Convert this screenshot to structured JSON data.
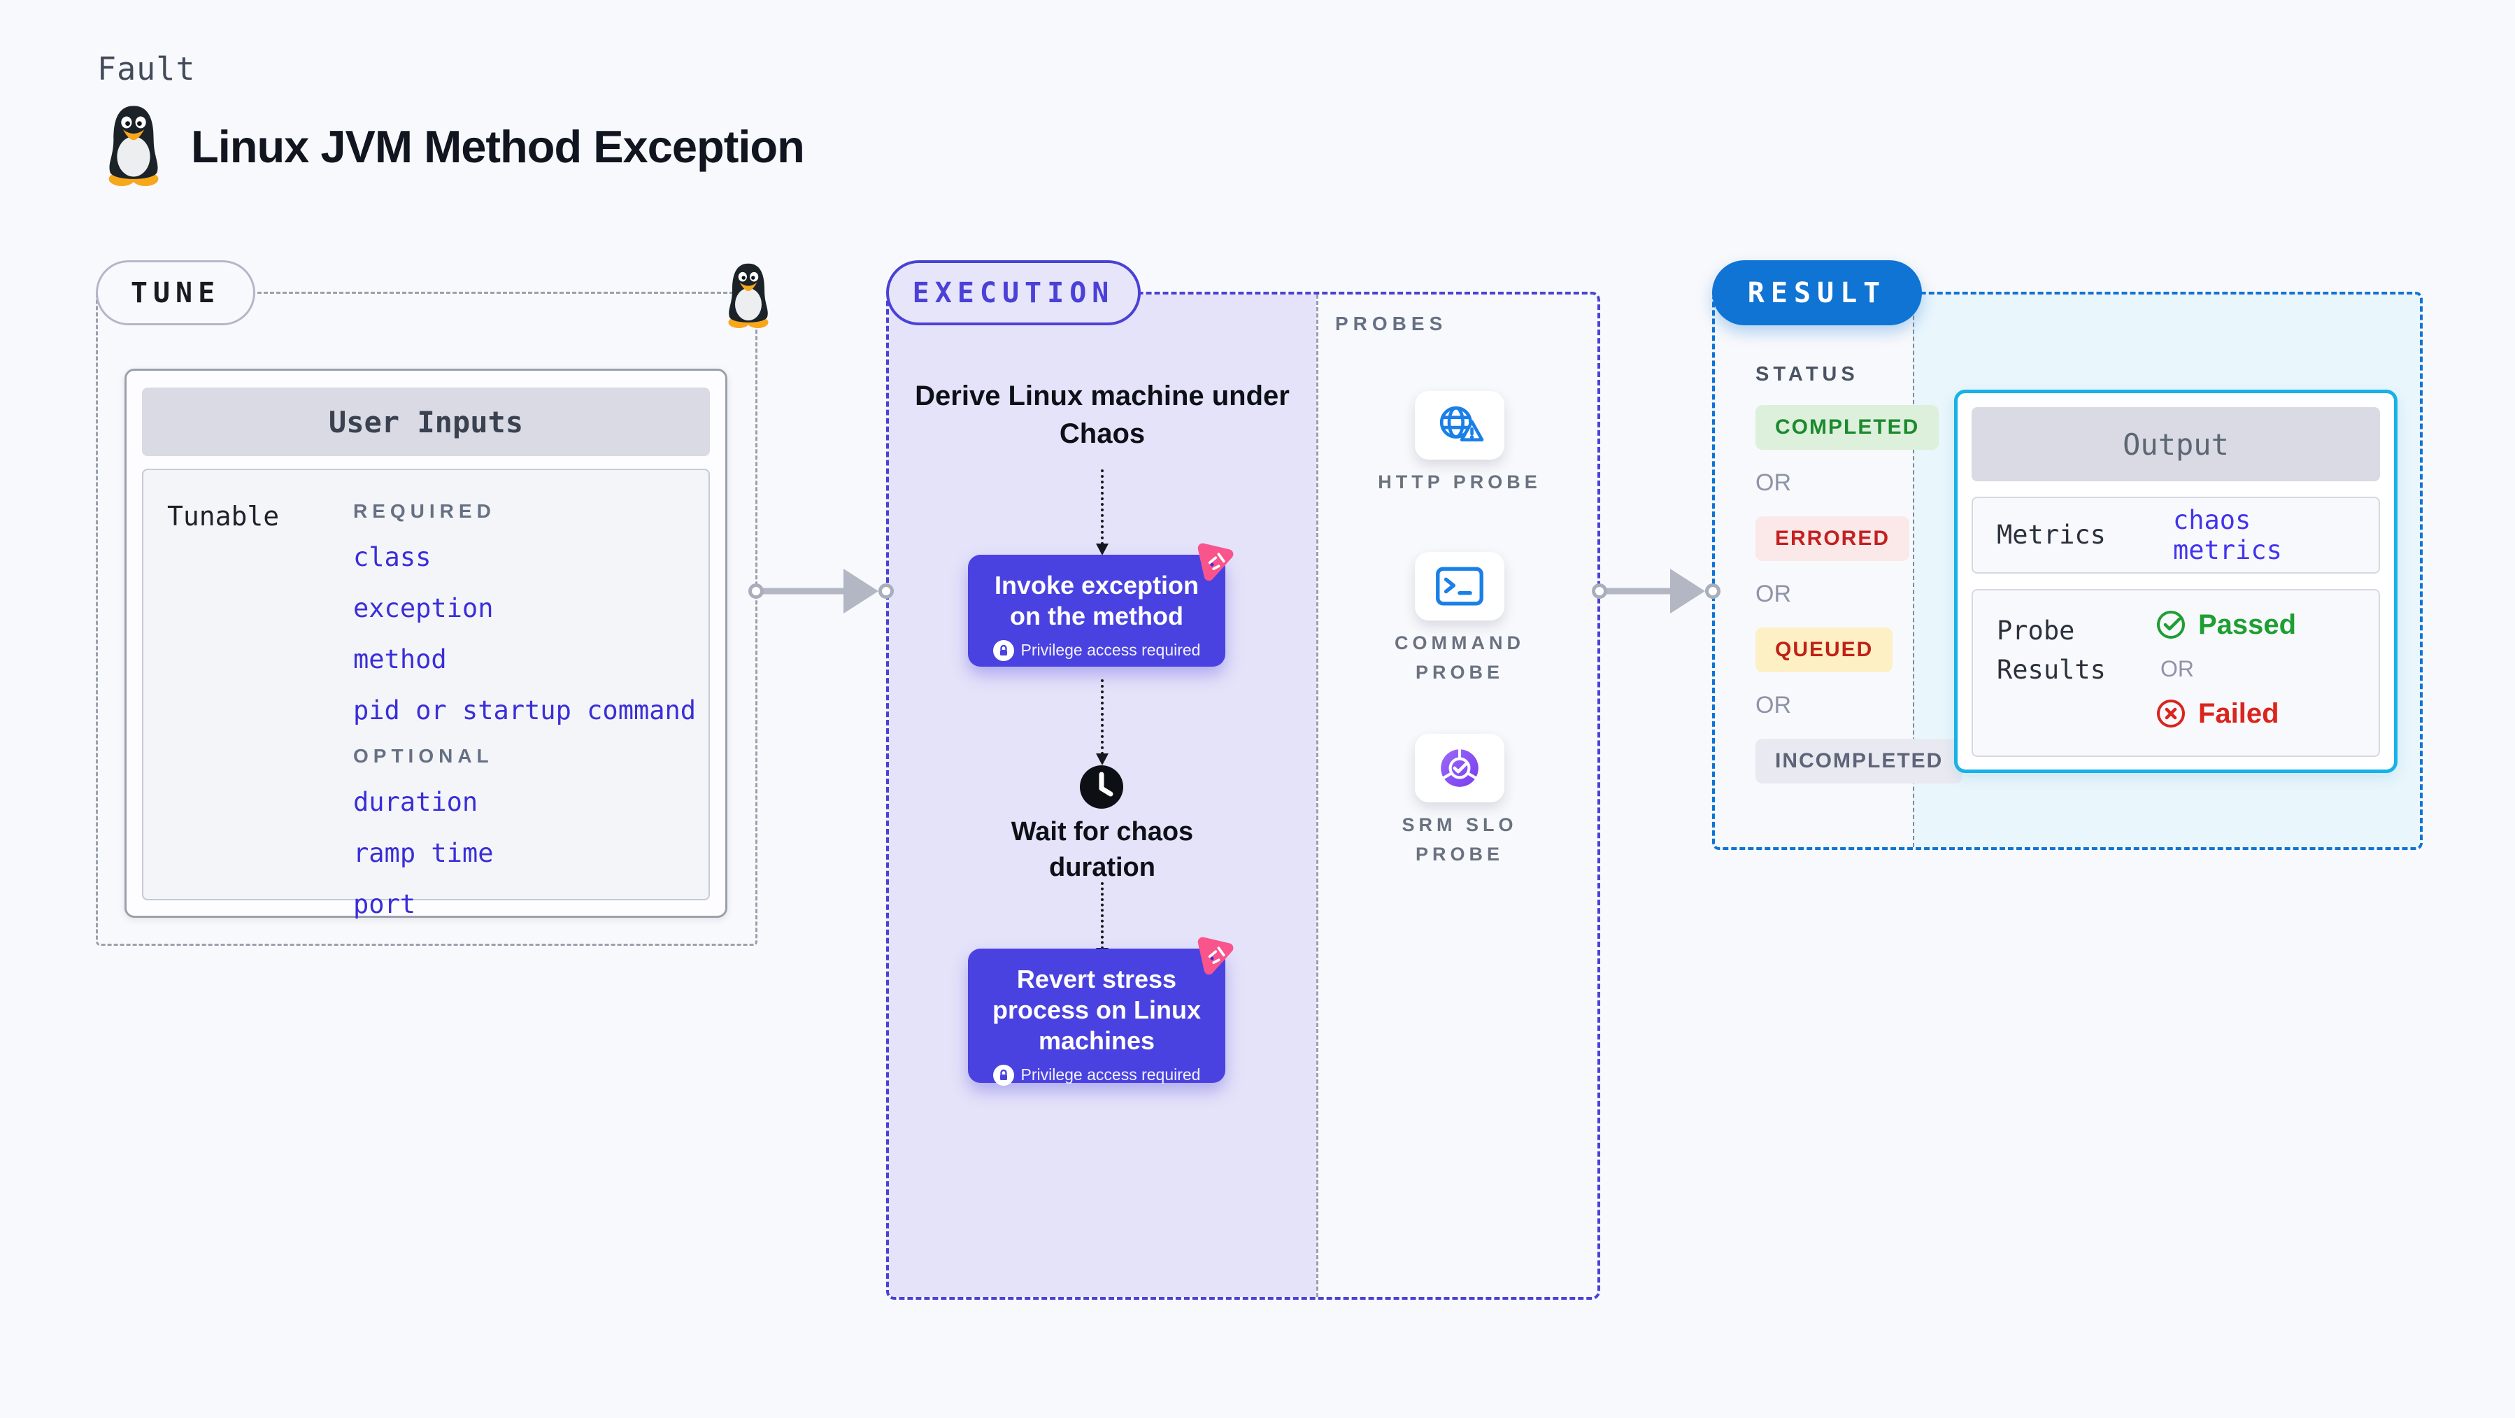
{
  "page": {
    "kicker": "Fault",
    "title": "Linux JVM Method Exception"
  },
  "colors": {
    "page_bg": "#f8f9fc",
    "accent_indigo": "#4b41d6",
    "action_card_indigo": "#4a42e0",
    "tunable_link": "#3a2ed8",
    "lavender_bg": "#e5e3f9",
    "result_blue": "#0f74d4",
    "output_border_cyan": "#16b2e8",
    "cyan_bg": "#e9f6fc",
    "probe_icon_blue": "#1a7fe8",
    "chaos_badge_pink": "#f9548c",
    "success_green": "#1e8e2e",
    "error_red": "#c42020",
    "queued_yellow_bg": "#fdf0c5",
    "neutral_gray": "#5d6478",
    "dashed_gray": "#9aa1ad"
  },
  "tune": {
    "label": "TUNE",
    "table": {
      "header": "User Inputs",
      "row_label": "Tunable",
      "required_label": "REQUIRED",
      "required_items": [
        "class",
        "exception",
        "method",
        "pid or startup command"
      ],
      "optional_label": "OPTIONAL",
      "optional_items": [
        "duration",
        "ramp time",
        "port"
      ]
    }
  },
  "execution": {
    "label": "EXECUTION",
    "flow": {
      "derive": "Derive Linux machine under Chaos",
      "invoke": "Invoke exception on the method",
      "privilege_note": "Privilege access required",
      "wait": "Wait for chaos duration",
      "revert": "Revert stress process on Linux machines"
    },
    "probes": {
      "label": "PROBES",
      "items": [
        {
          "name": "HTTP PROBE",
          "icon": "globe-alert-icon"
        },
        {
          "name": "COMMAND PROBE",
          "icon": "terminal-icon"
        },
        {
          "name": "SRM SLO PROBE",
          "icon": "slo-donut-check-icon"
        }
      ]
    }
  },
  "result": {
    "label": "RESULT",
    "status": {
      "label": "STATUS",
      "or_label": "OR",
      "badges": [
        {
          "text": "COMPLETED",
          "style": "success"
        },
        {
          "text": "ERRORED",
          "style": "error"
        },
        {
          "text": "QUEUED",
          "style": "warning"
        },
        {
          "text": "INCOMPLETED",
          "style": "neutral"
        }
      ]
    },
    "output": {
      "header": "Output",
      "metrics_label": "Metrics",
      "metrics_value": "chaos metrics",
      "probe_results_label": "Probe Results",
      "passed_label": "Passed",
      "or_label": "OR",
      "failed_label": "Failed"
    }
  }
}
